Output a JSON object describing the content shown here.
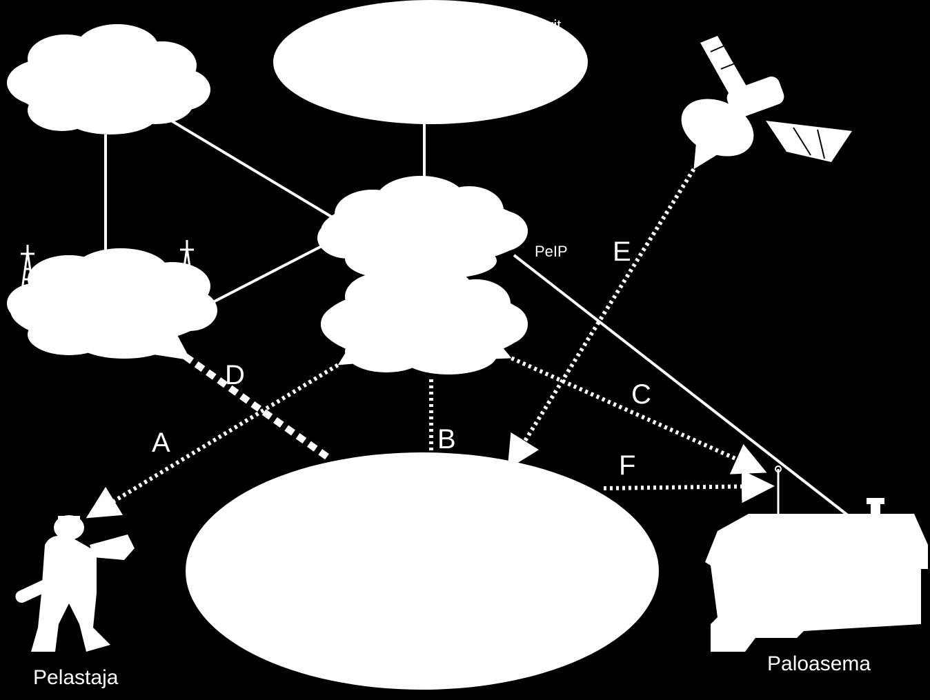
{
  "labels": {
    "top_partial": "rit",
    "peip": "PeIP",
    "a": "A",
    "b": "B",
    "c": "C",
    "d": "D",
    "e": "E",
    "f": "F",
    "pelastaja": "Pelastaja",
    "paloasema": "Paloasema"
  },
  "icons": {
    "satellite": "satellite-icon",
    "firefighter": "firefighter-icon",
    "fire_station": "fire-station-icon",
    "radio_tower": "radio-tower-icon"
  },
  "colors": {
    "background": "#000000",
    "foreground": "#ffffff"
  }
}
